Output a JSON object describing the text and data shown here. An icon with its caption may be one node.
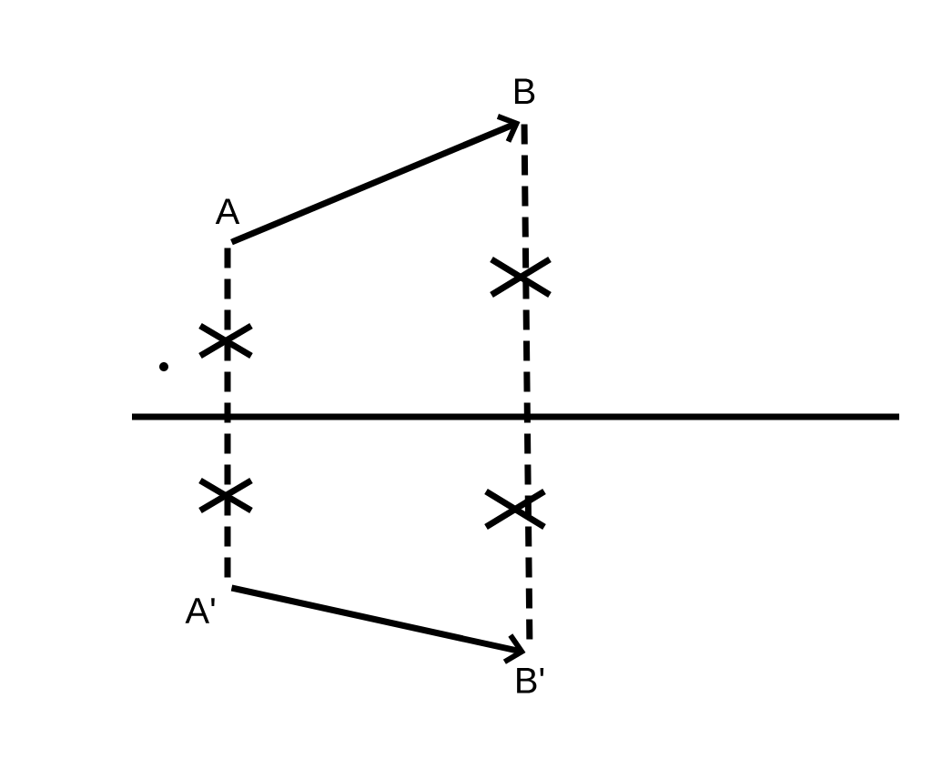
{
  "diagram": {
    "nodes": [
      {
        "text": [
          "A"
        ]
      },
      {
        "text": [
          "B"
        ]
      },
      {
        "text": [
          "A'"
        ]
      },
      {
        "text": [
          "B'"
        ]
      }
    ],
    "edges": [
      {
        "from": 0,
        "to": 1,
        "arrow": "to"
      },
      {
        "from": 2,
        "to": 3,
        "arrow": "to"
      },
      {
        "from": 0,
        "to": 2,
        "arrow": "none",
        "style": "dashed"
      },
      {
        "from": 1,
        "to": 3,
        "arrow": "none",
        "style": "dashed"
      }
    ]
  }
}
